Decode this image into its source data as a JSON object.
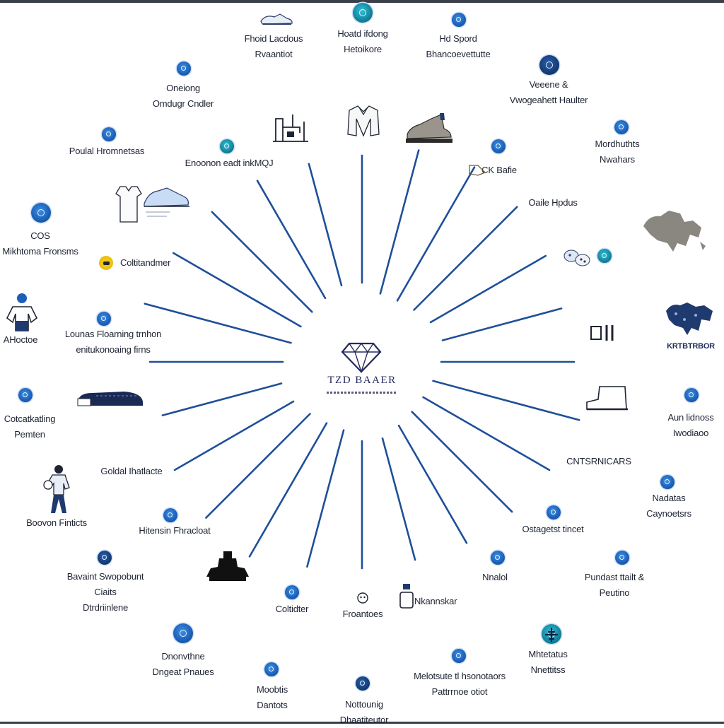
{
  "hub": {
    "title": "TZD BAAER"
  },
  "nodes": [
    {
      "id": "n1",
      "lines": [
        "Fhoid Lacdous",
        "Rvaantiot"
      ]
    },
    {
      "id": "n2",
      "lines": [
        "Hoatd ifdong",
        "Hetoikore"
      ]
    },
    {
      "id": "n3",
      "lines": [
        "Hd Spord",
        "Bhancoevettutte"
      ]
    },
    {
      "id": "n4",
      "lines": [
        "Veeene &",
        "Vwogeahett Haulter"
      ]
    },
    {
      "id": "n5",
      "lines": [
        "Oneiong",
        "Omdugr Cndler"
      ]
    },
    {
      "id": "n6",
      "lines": [
        "Poulal Hromnetsas"
      ]
    },
    {
      "id": "n7",
      "lines": [
        "Enoonon eadt inkMQJ"
      ]
    },
    {
      "id": "n8",
      "lines": [
        "CK Bafie"
      ]
    },
    {
      "id": "n9",
      "lines": [
        "Mordhuthts",
        "Nwahars"
      ]
    },
    {
      "id": "n10",
      "lines": [
        "Oaile Hpdus"
      ]
    },
    {
      "id": "n11",
      "lines": [
        "COS",
        "Mikhtoma Fronsms"
      ]
    },
    {
      "id": "n12",
      "lines": [
        "Coltitandmer"
      ]
    },
    {
      "id": "n13",
      "lines": [
        "AHoctoe"
      ]
    },
    {
      "id": "n14",
      "lines": [
        "Lounas Floarning trnhon",
        "enitukonoaing firns"
      ]
    },
    {
      "id": "n15",
      "lines": [
        "KRTBTRBOR"
      ]
    },
    {
      "id": "n16",
      "lines": [
        "Cotcatkatling",
        "Pemten"
      ]
    },
    {
      "id": "n17",
      "lines": [
        "Aun lidnoss",
        "Iwodiaoo"
      ]
    },
    {
      "id": "n18",
      "lines": [
        "CNTSRNICARS"
      ]
    },
    {
      "id": "n19",
      "lines": [
        "Goldal Ihatlacte"
      ]
    },
    {
      "id": "n20",
      "lines": [
        "Nadatas",
        "Caynoetsrs"
      ]
    },
    {
      "id": "n21",
      "lines": [
        "Boovon Finticts"
      ]
    },
    {
      "id": "n22",
      "lines": [
        "Hitensin Fhracloat"
      ]
    },
    {
      "id": "n23",
      "lines": [
        "Ostagetst tincet"
      ]
    },
    {
      "id": "n24",
      "lines": [
        "Bavaint Swopobunt",
        "Ciaits",
        "Dtrdriinlene"
      ]
    },
    {
      "id": "n25",
      "lines": [
        "Coltidter"
      ]
    },
    {
      "id": "n26",
      "lines": [
        "Froantoes"
      ]
    },
    {
      "id": "n27",
      "lines": [
        "Nkannskar"
      ]
    },
    {
      "id": "n28",
      "lines": [
        "Nnalol"
      ]
    },
    {
      "id": "n29",
      "lines": [
        "Pundast ttailt &",
        "Peutino"
      ]
    },
    {
      "id": "n30",
      "lines": [
        "Dnonvthne",
        "Dngeat Pnaues"
      ]
    },
    {
      "id": "n31",
      "lines": [
        "Moobtis",
        "Dantots"
      ]
    },
    {
      "id": "n32",
      "lines": [
        "Nottounig",
        "Dhaatiteutor"
      ]
    },
    {
      "id": "n33",
      "lines": [
        "Melotsute tl hsonotaors",
        "Pattrrnoe otiot"
      ]
    },
    {
      "id": "n34",
      "lines": [
        "Mhtetatus",
        "Nnettitss"
      ]
    }
  ],
  "colors": {
    "ray": "#1f4f9a",
    "hub": "#252a5c",
    "text": "#1e2433",
    "dot": "#1c5fb8"
  }
}
